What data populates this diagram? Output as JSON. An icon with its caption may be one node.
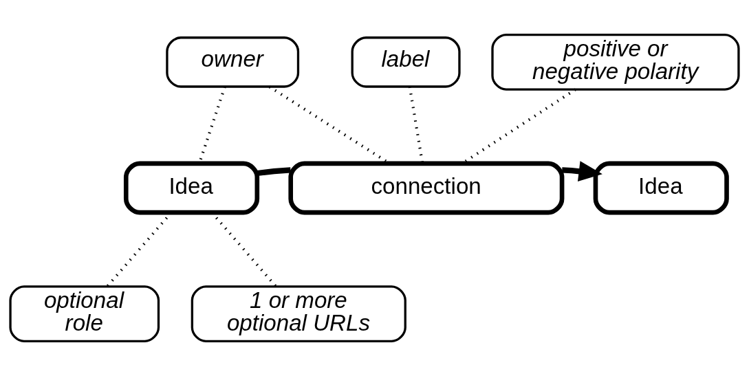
{
  "diagram": {
    "nodes": [
      {
        "text": [
          "owner"
        ]
      },
      {
        "text": [
          "label"
        ]
      },
      {
        "text": [
          "positive or negative polarity"
        ]
      },
      {
        "text": [
          "Idea"
        ]
      },
      {
        "text": [
          "connection"
        ]
      },
      {
        "text": [
          "Idea"
        ]
      },
      {
        "text": [
          "optional role"
        ]
      },
      {
        "text": [
          "1 or more optional URLs"
        ]
      }
    ],
    "edges": [
      {
        "from": 0,
        "to": 3,
        "arrow": "none",
        "style": "dashed"
      },
      {
        "from": 0,
        "to": 4,
        "arrow": "none",
        "style": "dashed"
      },
      {
        "from": 1,
        "to": 4,
        "arrow": "none",
        "style": "dashed"
      },
      {
        "from": 2,
        "to": 4,
        "arrow": "none",
        "style": "dashed"
      },
      {
        "from": 3,
        "to": 4,
        "arrow": "none",
        "style": "thick"
      },
      {
        "from": 4,
        "to": 5,
        "arrow": "to",
        "style": "thick"
      },
      {
        "from": 3,
        "to": 6,
        "arrow": "none",
        "style": "dashed"
      },
      {
        "from": 3,
        "to": 7,
        "arrow": "none",
        "style": "dashed"
      }
    ]
  }
}
